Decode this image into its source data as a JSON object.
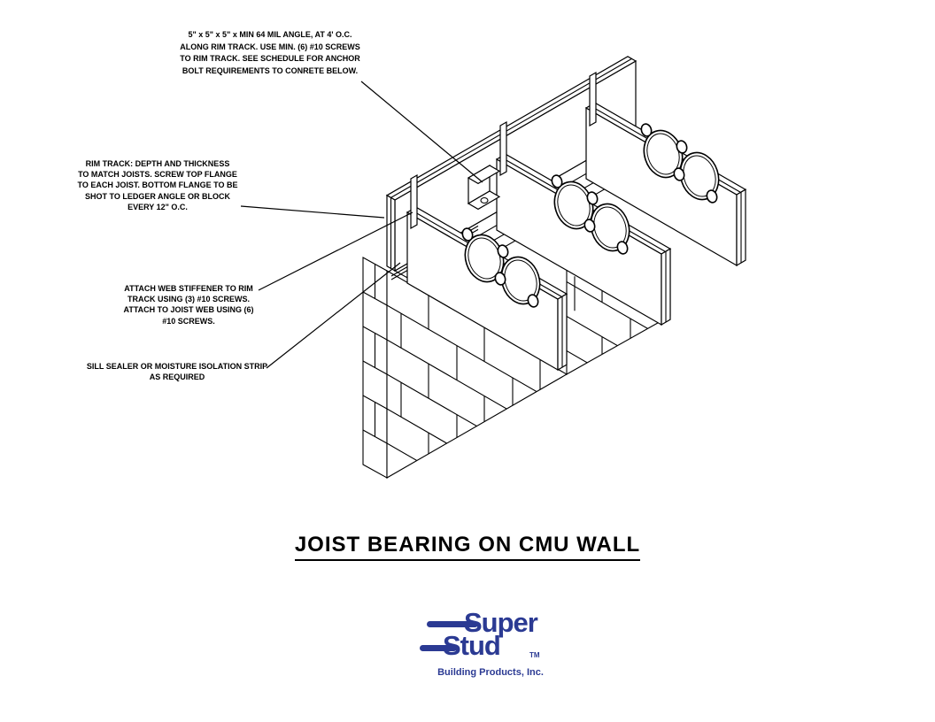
{
  "page": {
    "background": "#ffffff",
    "line_color": "#000000"
  },
  "notes": [
    {
      "id": "angle-note",
      "lines": [
        "5\" x 5\" x 5\" x MIN 64 MIL ANGLE, AT 4' O.C.",
        "ALONG RIM TRACK. USE MIN. (6) #10 SCREWS",
        "TO RIM TRACK. SEE SCHEDULE FOR ANCHOR",
        "BOLT REQUIREMENTS TO CONRETE BELOW."
      ]
    },
    {
      "id": "rim-track-note",
      "lines": [
        "RIM TRACK: DEPTH AND THICKNESS",
        "TO MATCH JOISTS. SCREW TOP FLANGE",
        "TO EACH JOIST. BOTTOM FLANGE TO BE",
        "SHOT TO LEDGER ANGLE OR BLOCK",
        "EVERY 12\" O.C."
      ]
    },
    {
      "id": "web-stiffener-note",
      "lines": [
        "ATTACH WEB STIFFENER TO RIM",
        "TRACK USING (3) #10 SCREWS.",
        "ATTACH TO JOIST WEB USING (6)",
        "#10 SCREWS."
      ]
    },
    {
      "id": "sill-sealer-note",
      "lines": [
        "SILL SEALER OR MOISTURE ISOLATION STRIP",
        "AS REQUIRED"
      ]
    }
  ],
  "title": "JOIST BEARING ON CMU WALL",
  "logo": {
    "word_top": "Super",
    "word_bottom": "Stud",
    "trademark": "TM",
    "tagline": "Building Products, Inc.",
    "brand_blue": "#2b3a93"
  }
}
